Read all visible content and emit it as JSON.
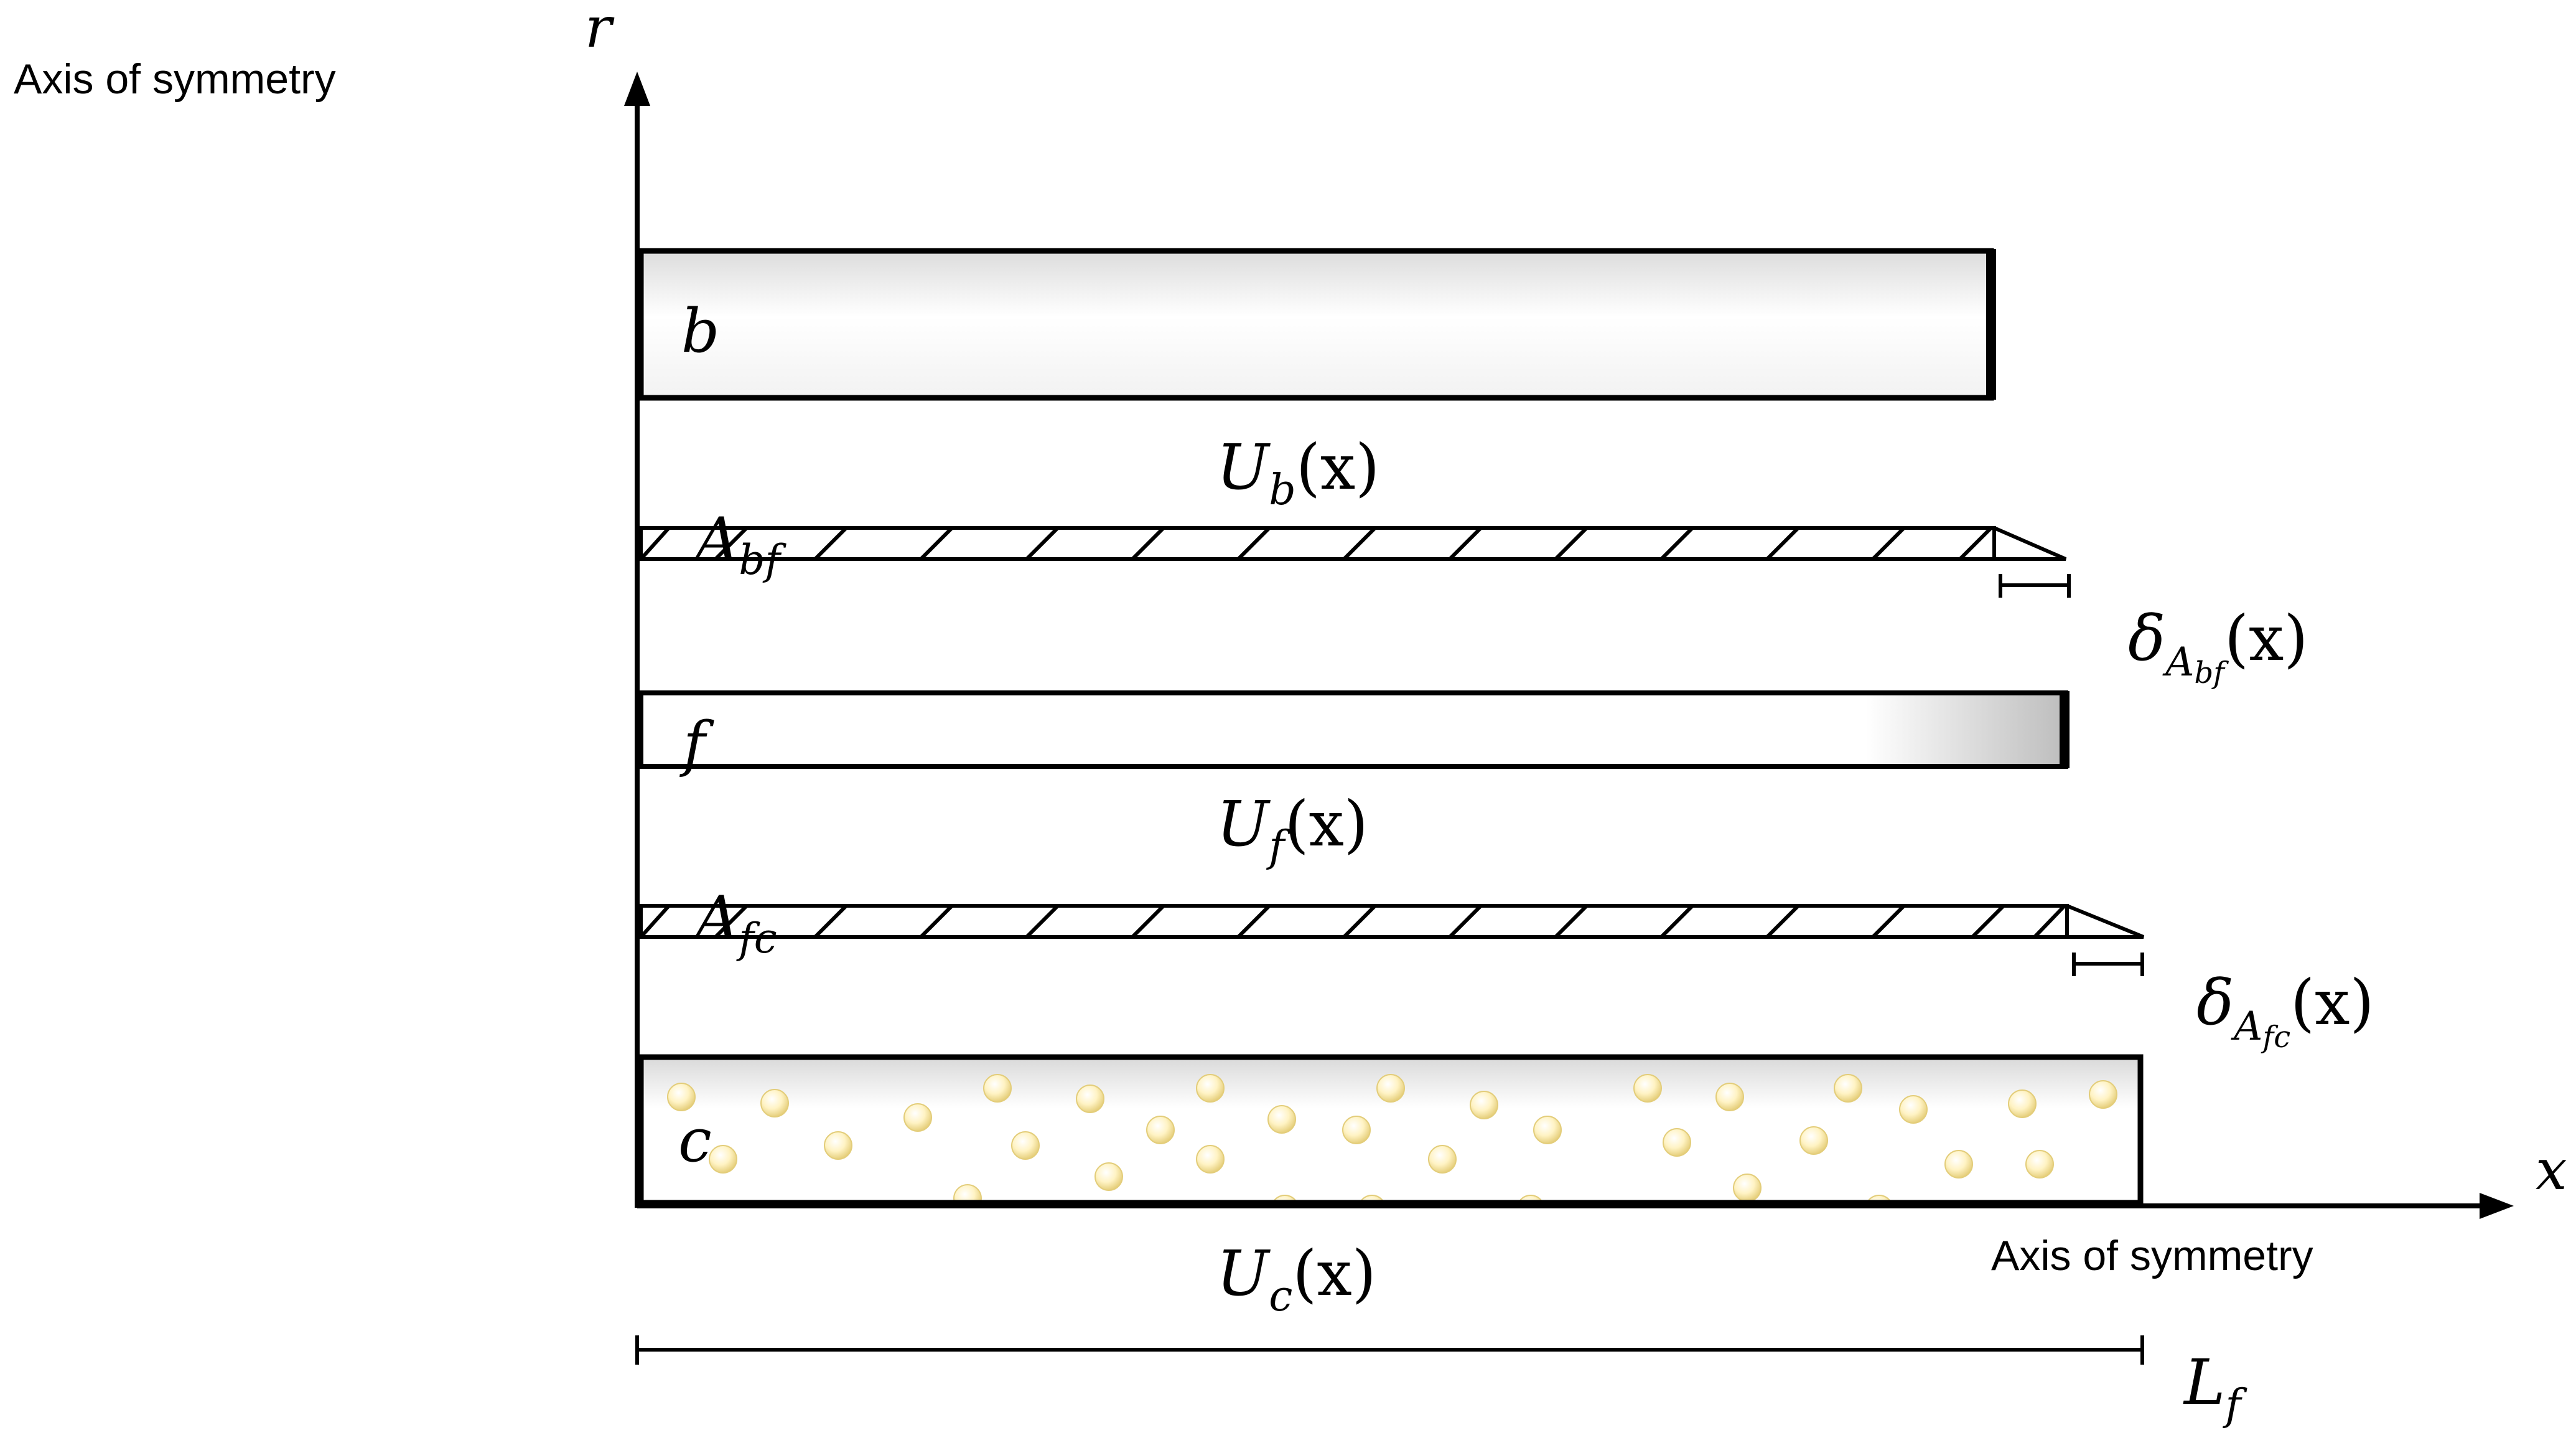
{
  "labels": {
    "axis_symmetry_top": "Axis of symmetry",
    "axis_symmetry_bottom": "Axis of symmetry",
    "r_axis": "r",
    "x_axis": "x",
    "layer_b": "b",
    "layer_f": "f",
    "layer_c": "c",
    "interface_bf": {
      "main": "A",
      "sub": "bf"
    },
    "interface_fc": {
      "main": "A",
      "sub": "fc"
    },
    "U_b": {
      "main": "U",
      "sub": "b",
      "arg": "(x)"
    },
    "U_f": {
      "main": "U",
      "sub": "f",
      "arg": "(x)"
    },
    "U_c": {
      "main": "U",
      "sub": "c",
      "arg": "(x)"
    },
    "delta_bf": {
      "main": "δ",
      "sub_main": "A",
      "sub_sub": "bf",
      "arg": "(x)"
    },
    "delta_fc": {
      "main": "δ",
      "sub_main": "A",
      "sub_sub": "fc",
      "arg": "(x)"
    },
    "length": {
      "main": "L",
      "sub": "f"
    }
  },
  "colors": {
    "stroke": "#000000",
    "gradient_light": "#ffffff",
    "gradient_gray": "#c8c8c8",
    "particle_fill": "#fff6cc",
    "particle_edge": "#e3cd7a"
  }
}
